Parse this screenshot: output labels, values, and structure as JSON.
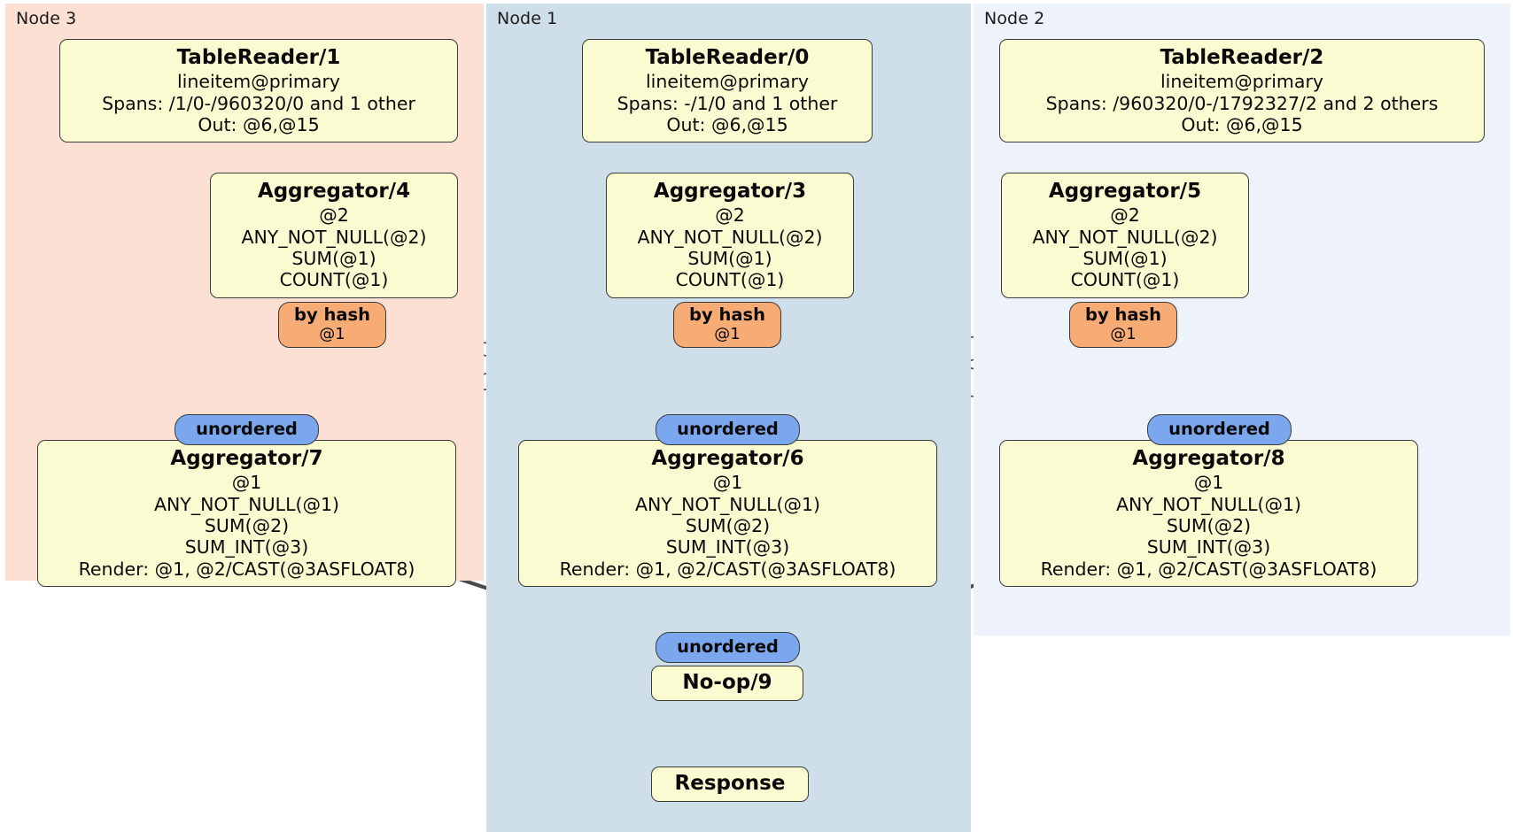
{
  "diagram": {
    "type": "distributed-query-execution-plan",
    "panels": [
      {
        "id": "node3",
        "label": "Node 3",
        "color": "#fbe0d3"
      },
      {
        "id": "node1",
        "label": "Node 1",
        "color": "#cfdfea"
      },
      {
        "id": "node2",
        "label": "Node 2",
        "color": "#edf2fb"
      }
    ],
    "processors": {
      "table_reader_1": {
        "title": "TableReader/1",
        "lines": [
          "lineitem@primary",
          "Spans: /1/0-/960320/0 and 1 other",
          "Out: @6,@15"
        ]
      },
      "table_reader_0": {
        "title": "TableReader/0",
        "lines": [
          "lineitem@primary",
          "Spans: -/1/0 and 1 other",
          "Out: @6,@15"
        ]
      },
      "table_reader_2": {
        "title": "TableReader/2",
        "lines": [
          "lineitem@primary",
          "Spans: /960320/0-/1792327/2 and 2 others",
          "Out: @6,@15"
        ]
      },
      "aggregator_4": {
        "title": "Aggregator/4",
        "lines": [
          "@2",
          "ANY_NOT_NULL(@2)",
          "SUM(@1)",
          "COUNT(@1)"
        ]
      },
      "aggregator_3": {
        "title": "Aggregator/3",
        "lines": [
          "@2",
          "ANY_NOT_NULL(@2)",
          "SUM(@1)",
          "COUNT(@1)"
        ]
      },
      "aggregator_5": {
        "title": "Aggregator/5",
        "lines": [
          "@2",
          "ANY_NOT_NULL(@2)",
          "SUM(@1)",
          "COUNT(@1)"
        ]
      },
      "aggregator_7": {
        "title": "Aggregator/7",
        "lines": [
          "@1",
          "ANY_NOT_NULL(@1)",
          "SUM(@2)",
          "SUM_INT(@3)",
          "Render: @1, @2/CAST(@3ASFLOAT8)"
        ]
      },
      "aggregator_6": {
        "title": "Aggregator/6",
        "lines": [
          "@1",
          "ANY_NOT_NULL(@1)",
          "SUM(@2)",
          "SUM_INT(@3)",
          "Render: @1, @2/CAST(@3ASFLOAT8)"
        ]
      },
      "aggregator_8": {
        "title": "Aggregator/8",
        "lines": [
          "@1",
          "ANY_NOT_NULL(@1)",
          "SUM(@2)",
          "SUM_INT(@3)",
          "Render: @1, @2/CAST(@3ASFLOAT8)"
        ]
      },
      "noop_9": {
        "title": "No-op/9",
        "lines": []
      },
      "response": {
        "title": "Response",
        "lines": []
      }
    },
    "routers": {
      "hash_left": {
        "title": "by hash",
        "sub": "@1"
      },
      "hash_center": {
        "title": "by hash",
        "sub": "@1"
      },
      "hash_right": {
        "title": "by hash",
        "sub": "@1"
      }
    },
    "synchronizers": {
      "unordered_left": {
        "title": "unordered"
      },
      "unordered_center": {
        "title": "unordered"
      },
      "unordered_right": {
        "title": "unordered"
      },
      "unordered_final": {
        "title": "unordered"
      }
    },
    "colors": {
      "processor_fill": "#fbfbd2",
      "processor_stroke": "#3a3a38",
      "hash_router_fill": "#f7ab75",
      "synchronizer_fill": "#7ba7ee",
      "edge": "#4a4a4a",
      "node3_bg": "#fbe0d3",
      "node1_bg": "#cfdfea",
      "node2_bg": "#edf2fb"
    }
  }
}
